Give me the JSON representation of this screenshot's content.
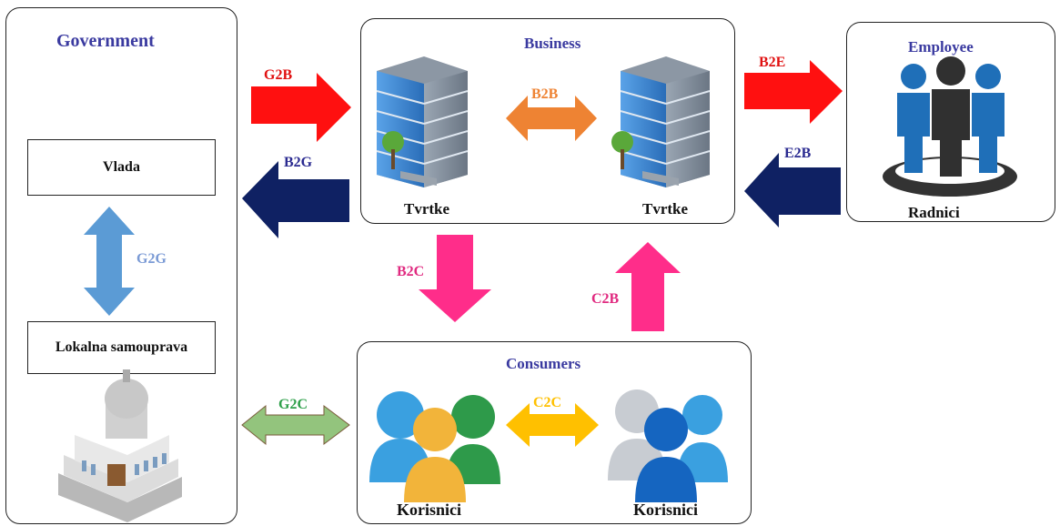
{
  "government": {
    "title": "Government",
    "vlada": "Vlada",
    "lokalna": "Lokalna samouprava"
  },
  "business": {
    "title": "Business",
    "left_label": "Tvrtke",
    "right_label": "Tvrtke"
  },
  "employee": {
    "title": "Employee",
    "label": "Radnici"
  },
  "consumers": {
    "title": "Consumers",
    "left_label": "Korisnici",
    "right_label": "Korisnici"
  },
  "arrows": {
    "g2b": {
      "label": "G2B",
      "color": "#ff1010"
    },
    "b2g": {
      "label": "B2G",
      "color": "#0f2163"
    },
    "b2b": {
      "label": "B2B",
      "color": "#ee8333"
    },
    "b2e": {
      "label": "B2E",
      "color": "#ff1010"
    },
    "e2b": {
      "label": "E2B",
      "color": "#0f2163"
    },
    "g2g": {
      "label": "G2G",
      "color": "#5b9bd5"
    },
    "b2c": {
      "label": "B2C",
      "color": "#ff2d8a"
    },
    "c2b": {
      "label": "C2B",
      "color": "#ff2d8a"
    },
    "g2c": {
      "label": "G2C",
      "color": "#93c47d"
    },
    "c2c": {
      "label": "C2C",
      "color": "#ffc000"
    }
  },
  "icons": {
    "building": "office-building",
    "government": "capitol-building",
    "people": "user-group"
  }
}
